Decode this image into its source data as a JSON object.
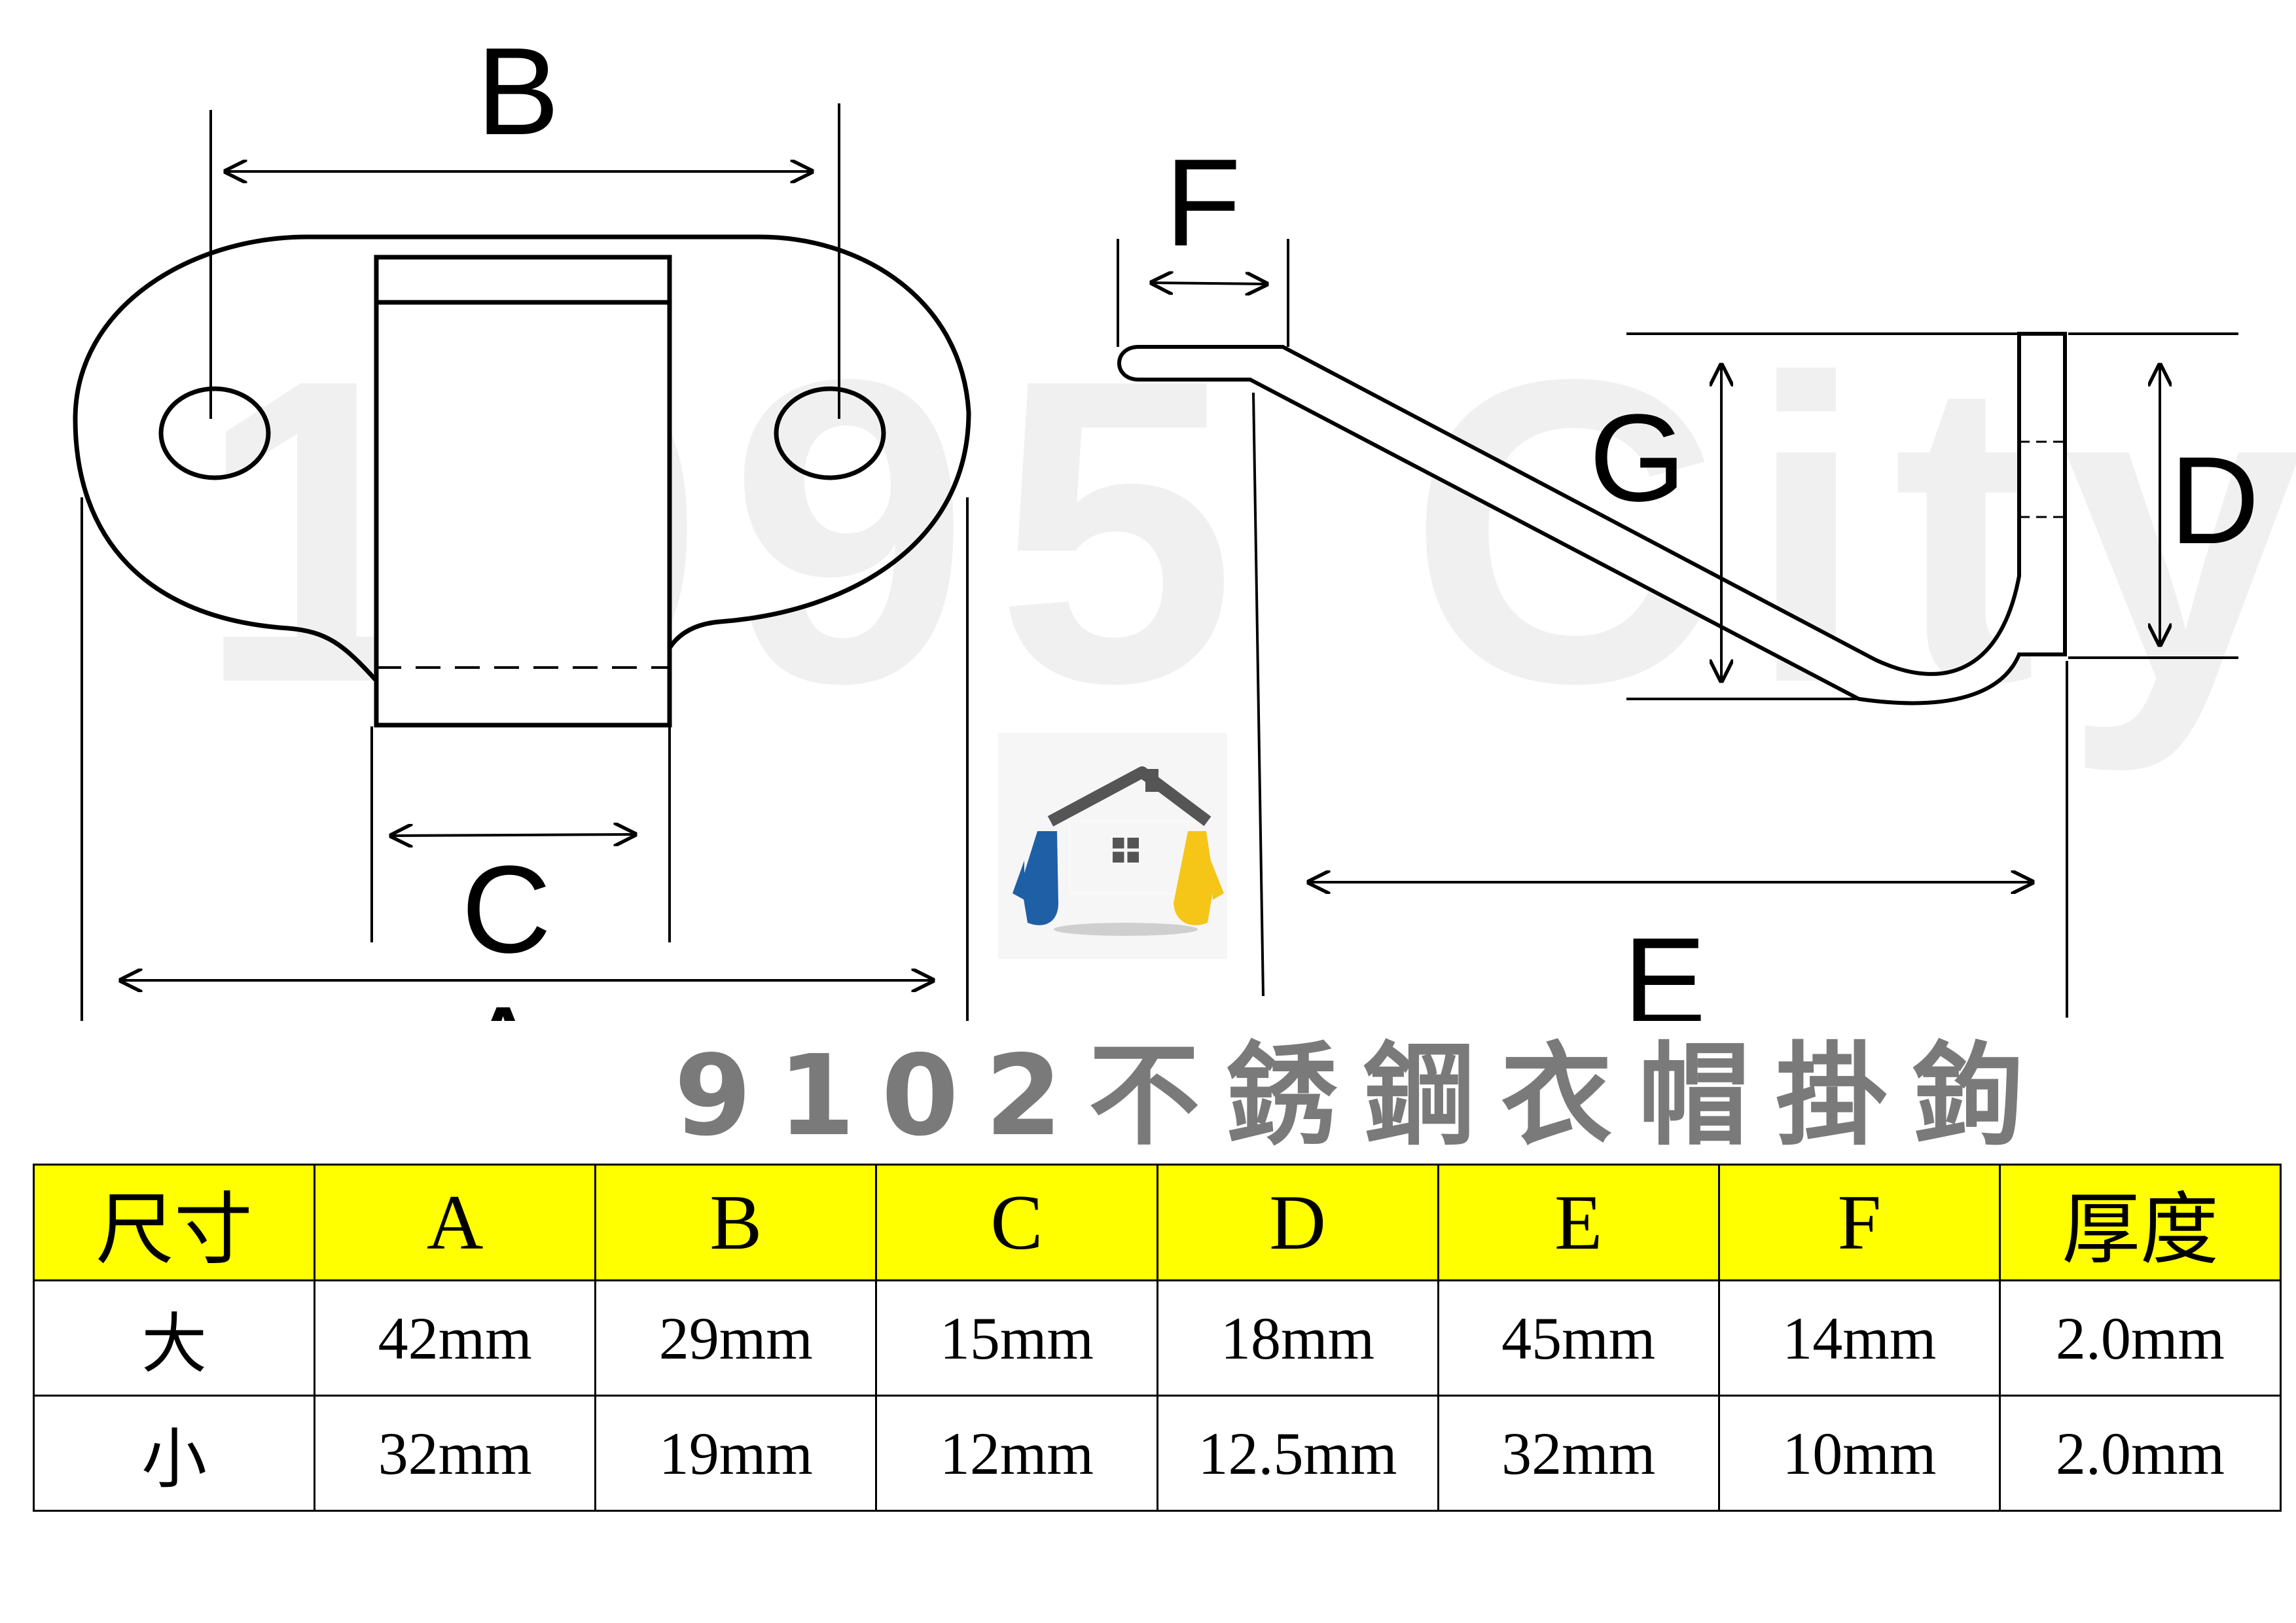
{
  "watermark": "1995 City",
  "dimension_labels": {
    "A": "A",
    "B": "B",
    "C": "C",
    "D": "D",
    "E": "E",
    "F": "F",
    "G": "G"
  },
  "logo": {
    "icon": "house-hands-logo-icon"
  },
  "title": "9102不銹鋼衣帽掛鉤",
  "table": {
    "headers": [
      "尺寸",
      "A",
      "B",
      "C",
      "D",
      "E",
      "F",
      "厚度"
    ],
    "rows": [
      [
        "大",
        "42mm",
        "29mm",
        "15mm",
        "18mm",
        "45mm",
        "14mm",
        "2.0mm"
      ],
      [
        "小",
        "32mm",
        "19mm",
        "12mm",
        "12.5mm",
        "32mm",
        "10mm",
        "2.0mm"
      ]
    ]
  },
  "colors": {
    "header_bg": "#ffff00",
    "logo_blue": "#1f5fa6",
    "logo_yellow": "#f5c518",
    "logo_roof": "#555555",
    "title_gray": "#7a7a7a"
  }
}
